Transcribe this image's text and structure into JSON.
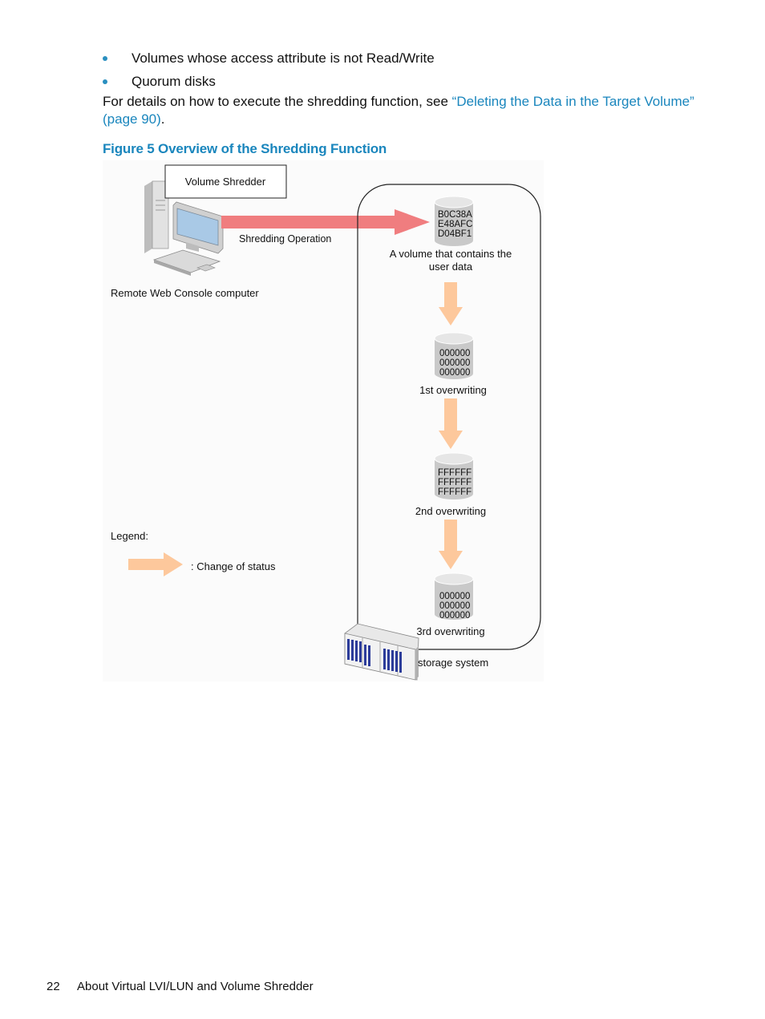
{
  "bullets": [
    "Volumes whose access attribute is not Read/Write",
    "Quorum disks"
  ],
  "paragraph": {
    "prefix": "For details on how to execute the shredding function, see ",
    "link": "“Deleting the Data in the Target Volume” (page 90)",
    "suffix": "."
  },
  "figure": {
    "title": "Figure 5 Overview of the Shredding Function",
    "volume_shredder": "Volume Shredder",
    "shredding_operation": "Shredding Operation",
    "remote_console": "Remote Web Console computer",
    "volumes": [
      {
        "lines": [
          "B0C38A",
          "E48AFC",
          "D04BF1"
        ],
        "caption": [
          "A volume that contains the",
          "user data"
        ]
      },
      {
        "lines": [
          "000000",
          "000000",
          "000000"
        ],
        "caption": [
          "1st overwriting"
        ]
      },
      {
        "lines": [
          "FFFFFF",
          "FFFFFF",
          "FFFFFF"
        ],
        "caption": [
          "2nd overwriting"
        ]
      },
      {
        "lines": [
          "000000",
          "000000",
          "000000"
        ],
        "caption": [
          "3rd overwriting"
        ]
      }
    ],
    "legend_label": "Legend:",
    "legend_item": ": Change of status",
    "storage_system": "storage system",
    "colors": {
      "shred_arrow": "#f07d7f",
      "status_arrow": "#fdc89c",
      "cylinder": "#c9c9c9",
      "rack_blue": "#2c3c9a"
    }
  },
  "footer": {
    "page_number": "22",
    "section": "About Virtual LVI/LUN and Volume Shredder"
  }
}
